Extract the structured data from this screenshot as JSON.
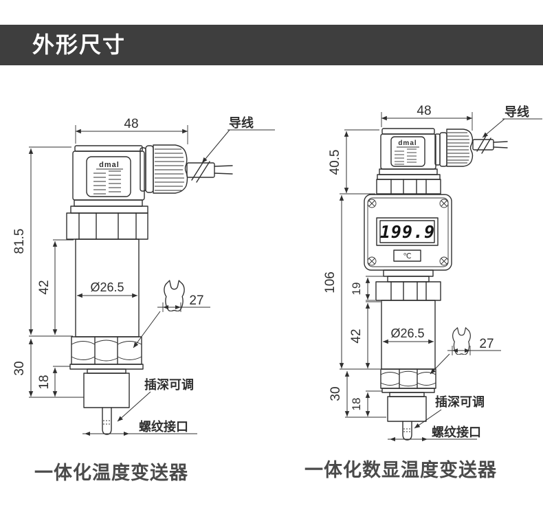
{
  "header": {
    "title": "外形尺寸",
    "bg_color": "#3e3e3e",
    "text_color": "#ffffff"
  },
  "line_color": "#2f2f2f",
  "caption_color": "#4a4a4a",
  "drawings": {
    "left": {
      "caption": "一体化温度变送器",
      "logo": "dmal",
      "icons": {
        "wrench": "open-end-wrench"
      },
      "labels": {
        "wire": "导线",
        "insert_depth": "插深可调",
        "thread_port": "螺纹接口"
      },
      "dimensions": {
        "head_width": "48",
        "total_height": "81.5",
        "body_height": "42",
        "lower_height": "30",
        "thread_height": "18",
        "body_diameter": "Ø26.5",
        "wrench_size": "27"
      }
    },
    "right": {
      "caption": "一体化数显温度变送器",
      "logo": "dmal",
      "icons": {
        "wrench": "open-end-wrench"
      },
      "display": {
        "value": "199.9",
        "unit": "℃"
      },
      "labels": {
        "wire": "导线",
        "insert_depth": "插深可调",
        "thread_port": "螺纹接口"
      },
      "dimensions": {
        "head_width": "48",
        "head_height": "40.5",
        "mid_height": "106",
        "neck_height": "19",
        "body_height": "42",
        "lower_height": "30",
        "thread_height": "18",
        "body_diameter": "Ø26.5",
        "wrench_size": "27"
      }
    }
  }
}
